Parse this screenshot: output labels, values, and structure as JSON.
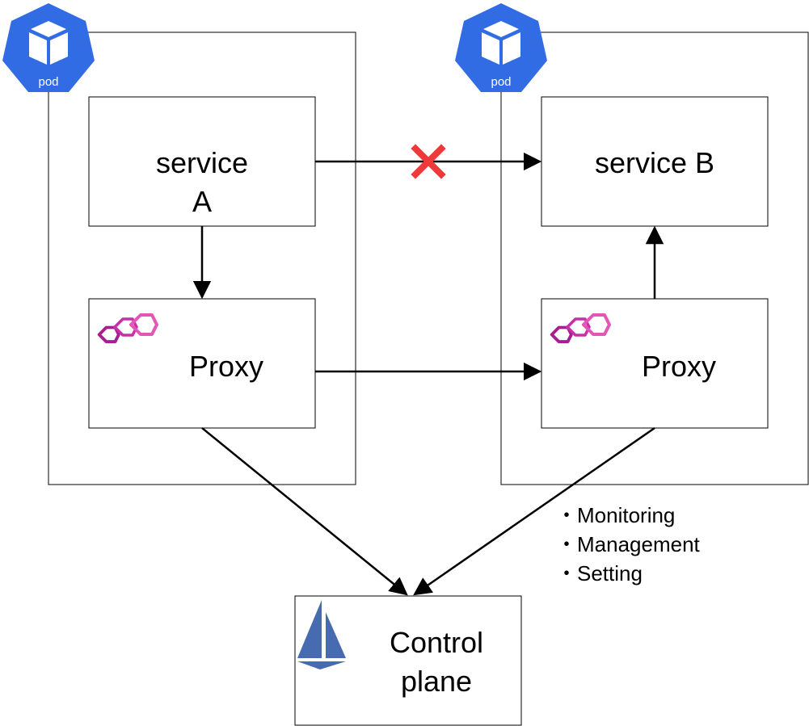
{
  "pods": [
    {
      "badge": "pod",
      "service": {
        "line1": "service",
        "line2": "A"
      },
      "proxy_label": "Proxy"
    },
    {
      "badge": "pod",
      "service": {
        "line1": "service B"
      },
      "proxy_label": "Proxy"
    }
  ],
  "control_plane": {
    "line1": "Control",
    "line2": "plane"
  },
  "notes": [
    "・Monitoring",
    "・Management",
    "・Setting"
  ],
  "colors": {
    "k8s_blue": "#326CE5",
    "envoy_magenta": "#C62FA8",
    "envoy_pink": "#E356B5",
    "istio_blue": "#466BB0",
    "blocked_red": "#F03A3A"
  },
  "icons": [
    "kubernetes-pod-icon",
    "envoy-proxy-icon",
    "istio-sail-icon",
    "blocked-x-icon"
  ]
}
